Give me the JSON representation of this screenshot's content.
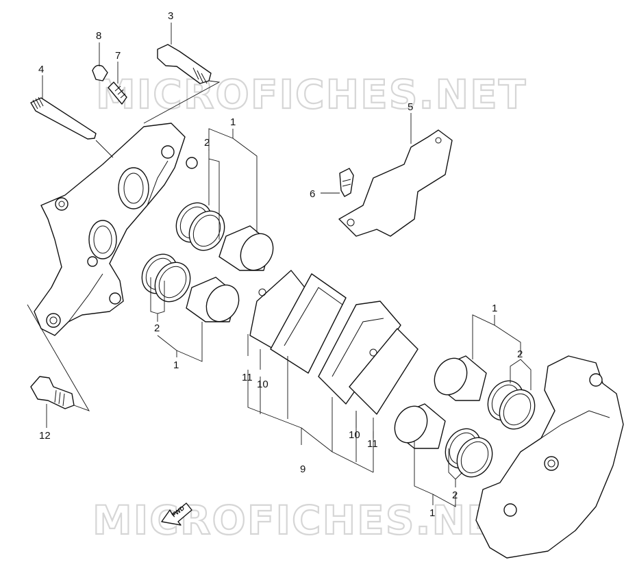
{
  "watermark": "MICROFICHES.NET",
  "fwd_label": "FWD",
  "callouts": {
    "c1_top": "1",
    "c2_top": "2",
    "c3": "3",
    "c4": "4",
    "c5": "5",
    "c6": "6",
    "c7": "7",
    "c8": "8",
    "c2_left": "2",
    "c1_left": "1",
    "c11_a": "11",
    "c10_a": "10",
    "c9": "9",
    "c10_b": "10",
    "c11_b": "11",
    "c12": "12",
    "c1_right": "1",
    "c2_right": "2",
    "c2_bottom": "2",
    "c1_bottom": "1"
  }
}
